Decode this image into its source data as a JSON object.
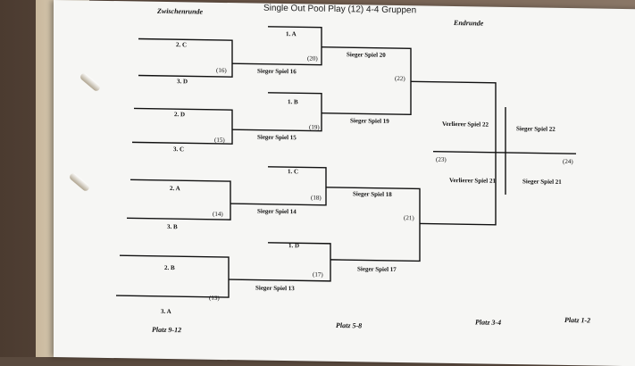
{
  "header": {
    "title": "Single Out Pool Play (12) 4-4 Gruppen",
    "left_section": "Zwischenrunde",
    "right_section": "Endrunde"
  },
  "bracket": {
    "entries": {
      "2c": "2. C",
      "3d": "3. D",
      "2d": "2. D",
      "3c": "3. C",
      "2a": "2. A",
      "3b": "3. B",
      "2b": "2. B",
      "3a": "3. A",
      "1a": "1. A",
      "1b": "1. B",
      "1c": "1. C",
      "1d": "1. D"
    },
    "games": {
      "g13": "(13)",
      "g14": "(14)",
      "g15": "(15)",
      "g16": "(16)",
      "g17": "(17)",
      "g18": "(18)",
      "g19": "(19)",
      "g20": "(20)",
      "g21": "(21)",
      "g22": "(22)",
      "g23": "(23)",
      "g24": "(24)"
    },
    "labels": {
      "s16": "Sieger Spiel 16",
      "s15": "Sieger Spiel 15",
      "s14": "Sieger Spiel 14",
      "s13": "Sieger Spiel 13",
      "s20": "Sieger Spiel 20",
      "s19": "Sieger Spiel 19",
      "s18": "Sieger Spiel 18",
      "s17": "Sieger Spiel 17",
      "v22": "Verlierer Spiel 22",
      "v21": "Verlierer Spiel 21",
      "s22": "Sieger Spiel 22",
      "s21": "Sieger Spiel 21"
    },
    "places": {
      "p912": "Platz 9-12",
      "p58": "Platz 5-8",
      "p34": "Platz 3-4",
      "p12": "Platz 1-2"
    }
  }
}
